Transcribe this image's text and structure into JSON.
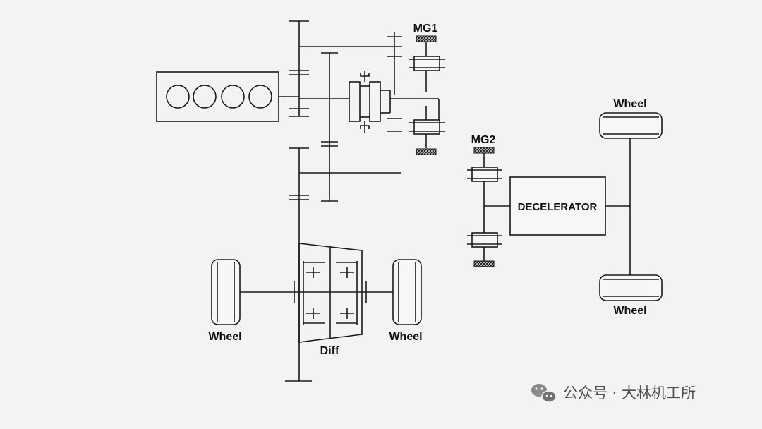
{
  "labels": {
    "mg1": "MG1",
    "mg2": "MG2",
    "decelerator": "DECELERATOR",
    "diff": "Diff",
    "wheel_front_left": "Wheel",
    "wheel_front_right": "Wheel",
    "wheel_rear_top": "Wheel",
    "wheel_rear_bottom": "Wheel"
  },
  "watermark": {
    "text": "公众号 · 大林机工所",
    "icon": "wechat-icon"
  },
  "colors": {
    "background": "#f2f3f2",
    "line": "#1a1a1a"
  }
}
